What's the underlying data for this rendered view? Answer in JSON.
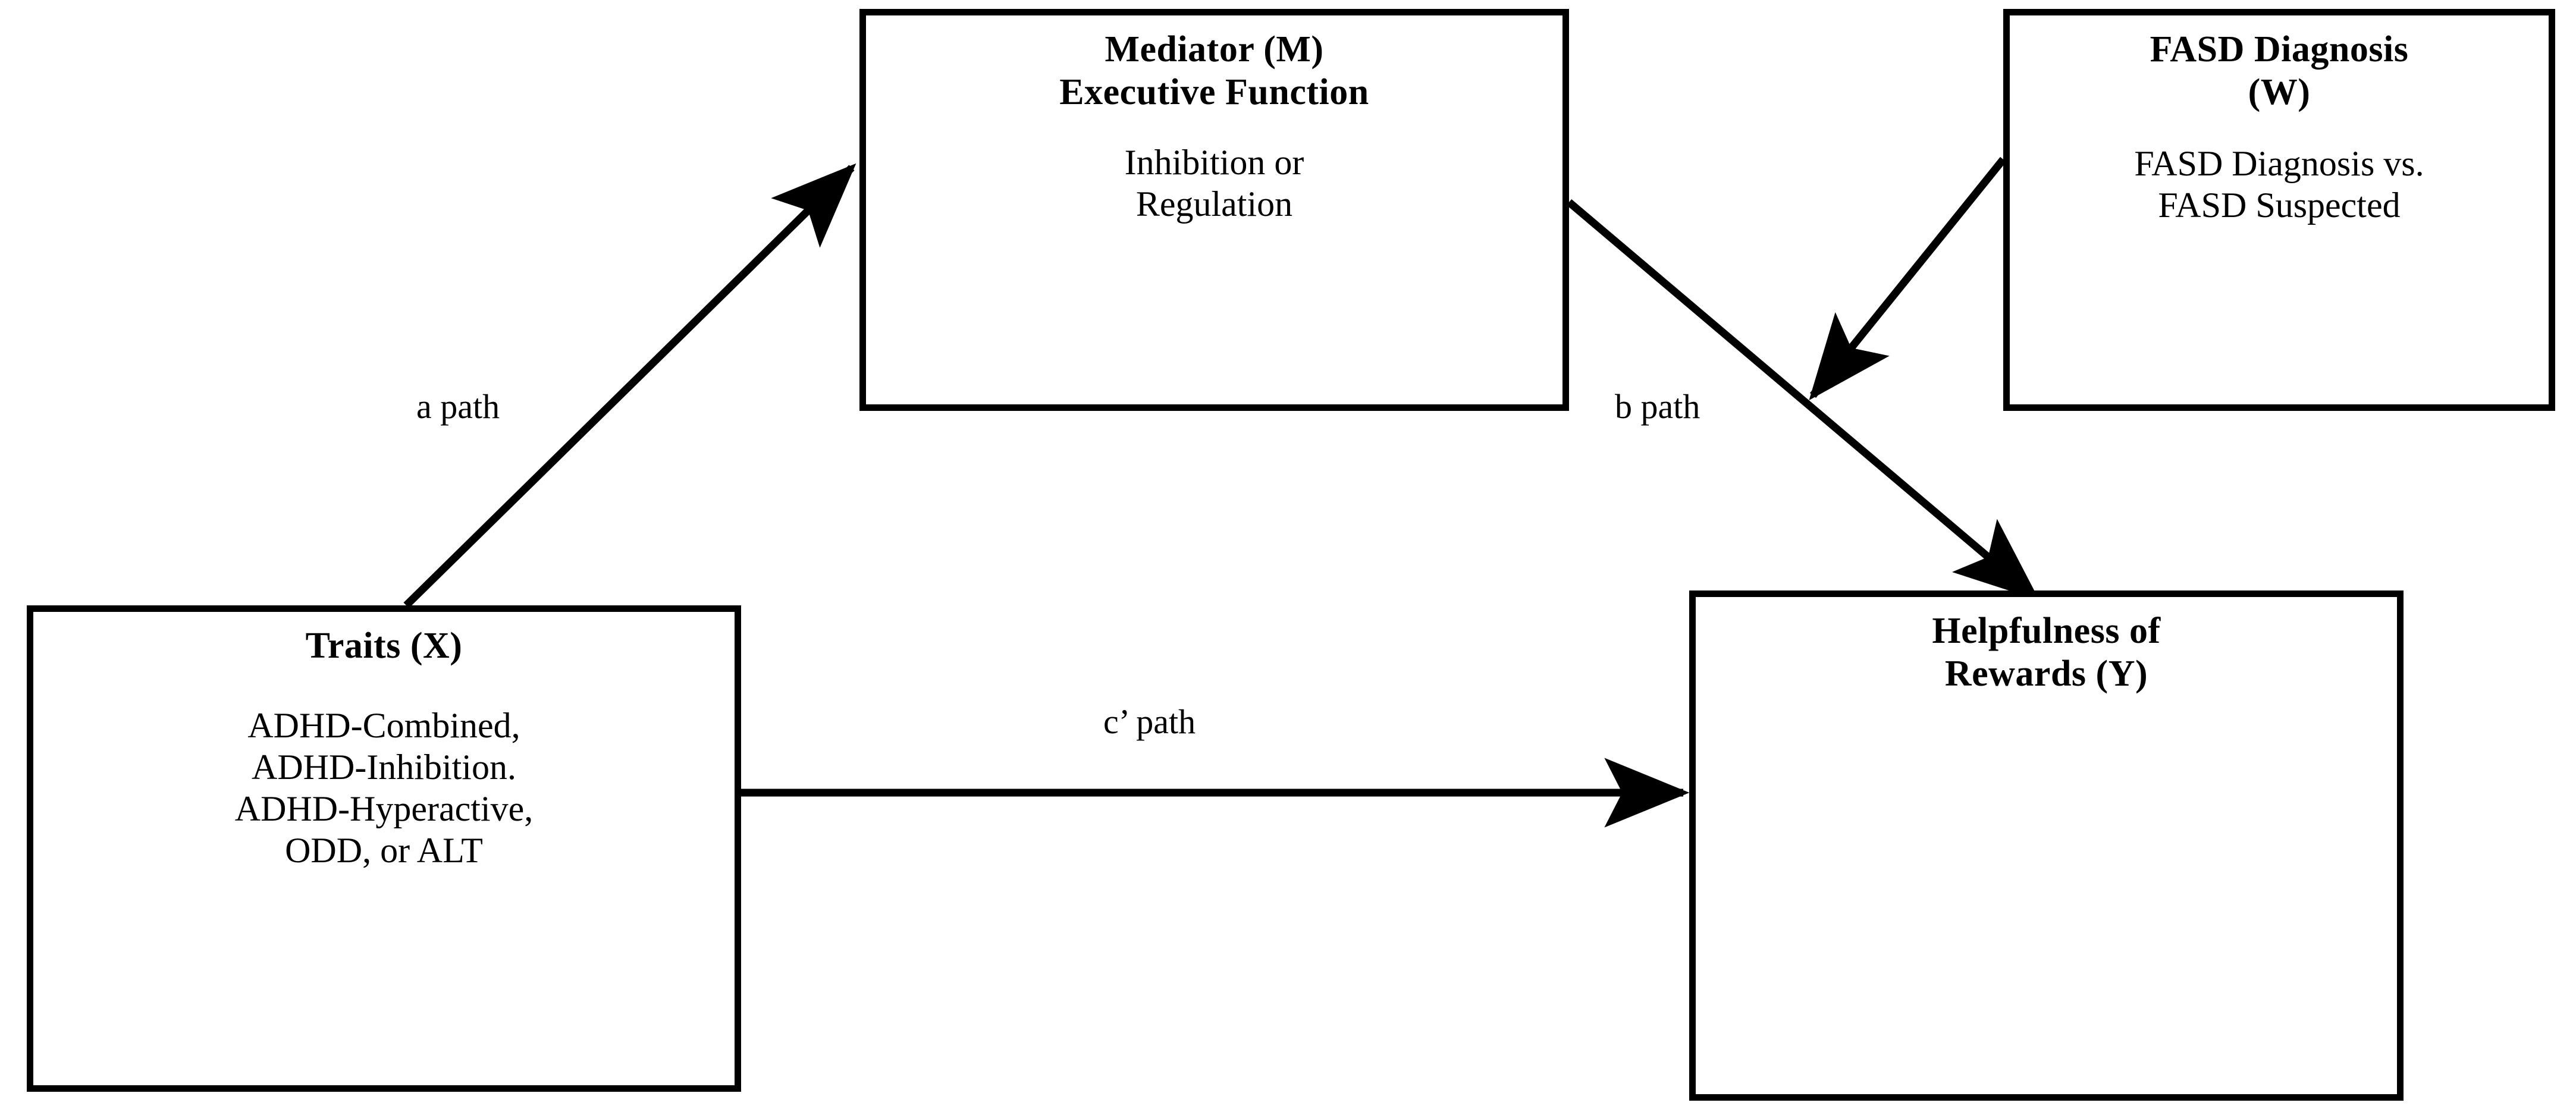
{
  "diagram": {
    "type": "moderated-mediation-path-model",
    "nodes": [
      {
        "id": "mediator",
        "title": "Mediator (M)\nExecutive Function",
        "title_line1": "Mediator (M)",
        "title_line2": "Executive Function",
        "body": "Inhibition or\nRegulation",
        "body_line1": "Inhibition or",
        "body_line2": "Regulation",
        "role": "M"
      },
      {
        "id": "fasd",
        "title": "FASD Diagnosis\n(W)",
        "title_line1": "FASD Diagnosis",
        "title_line2": "(W)",
        "body": "FASD Diagnosis vs.\nFASD Suspected",
        "body_line1": "FASD Diagnosis vs.",
        "body_line2": "FASD Suspected",
        "role": "W"
      },
      {
        "id": "traits",
        "title": "Traits (X)",
        "body": "ADHD-Combined,\nADHD-Inhibition.\nADHD-Hyperactive,\nODD, or ALT",
        "body_line1": "ADHD-Combined,",
        "body_line2": "ADHD-Inhibition.",
        "body_line3": "ADHD-Hyperactive,",
        "body_line4": "ODD, or ALT",
        "role": "X"
      },
      {
        "id": "helpfulness",
        "title": "Helpfulness of\nRewards (Y)",
        "title_line1": "Helpfulness of",
        "title_line2": "Rewards (Y)",
        "body": "",
        "role": "Y"
      }
    ],
    "edges": [
      {
        "id": "a",
        "label": "a path",
        "from": "traits",
        "to": "mediator",
        "direction": "up-right"
      },
      {
        "id": "b",
        "label": "b path",
        "from": "mediator",
        "to": "helpfulness",
        "direction": "down-right"
      },
      {
        "id": "cprime",
        "label": "c’ path",
        "from": "traits",
        "to": "helpfulness",
        "direction": "right"
      },
      {
        "id": "w",
        "label": "",
        "from": "fasd",
        "to": "b path",
        "direction": "down-left"
      }
    ],
    "colors": {
      "stroke": "#000000",
      "fill": "#ffffff",
      "text": "#000000"
    }
  }
}
